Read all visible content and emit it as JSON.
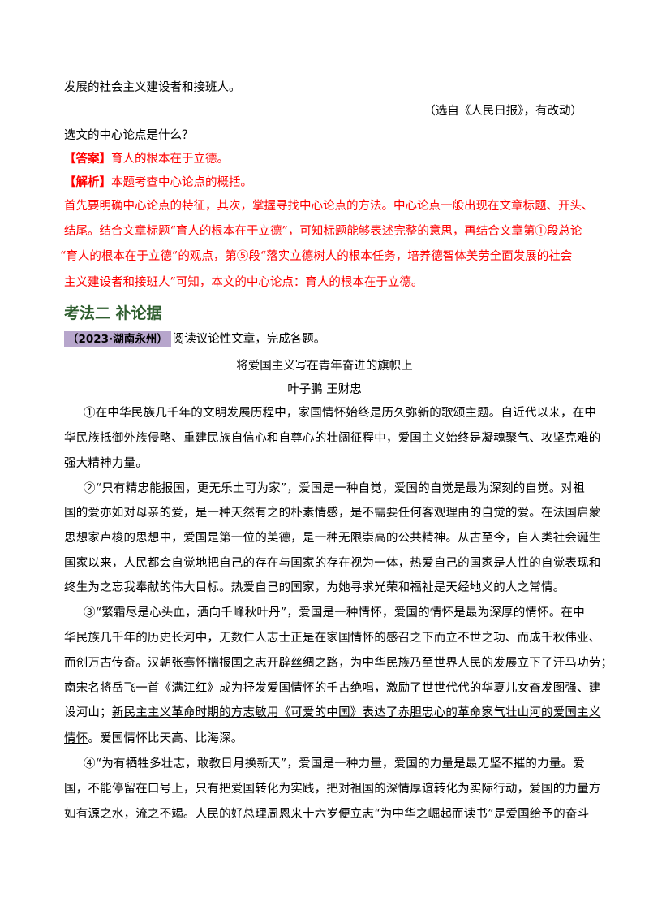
{
  "intro": {
    "line1": "发展的社会主义建设者和接班人。",
    "source": "（选自《人民日报》，有改动）"
  },
  "question": {
    "text": "选文的中心论点是什么？",
    "answer_tag": "【答案】",
    "answer_text": "育人的根本在于立德。",
    "analysis_tag": "【解析】",
    "analysis_text": "本题考查中心论点的概括。",
    "explain": [
      "首先要明确中心论点的特征，其次，掌握寻找中心论点的方法。中心论点一般出现在文章标题、开头、",
      "结尾。结合文章标题“育人的根本在于立德”，可知标题能够表述完整的意思，再结合文章第①段总论",
      "“育人的根本在于立德”的观点，第⑤段“落实立德树人的根本任务，培养德智体美劳全面发展的社会",
      "主义建设者和接班人”可知，本文的中心论点：育人的根本在于立德。"
    ]
  },
  "section": {
    "heading": "考法二  补论据",
    "tag": "（2023·湖南永州）",
    "instruction": "阅读议论性文章，完成各题。"
  },
  "article": {
    "title": "将爱国主义写在青年奋进的旗帜上",
    "authors": "叶子鹏  王财忠",
    "lines": [
      "①在中华民族几千年的文明发展历程中，家国情怀始终是历久弥新的歌颂主题。自近代以来，在中",
      "华民族抵御外族侵略、重建民族自信心和自尊心的壮阔征程中，爱国主义始终是凝魂聚气、攻坚克难的",
      "强大精神力量。",
      "②“只有精忠能报国，更无乐土可为家”，爱国是一种自觉，爱国的自觉是最为深刻的自觉。对祖",
      "国的爱亦如对母亲的爱，是一种天然有之的朴素情感，是不需要任何客观理由的自觉的爱。在法国启蒙",
      "思想家卢梭的思想中，爱国是第一位的美德，是一种无限崇高的公共精神。从古至今，自人类社会诞生",
      "国家以来，人民都会自觉地把自己的存在与国家的存在视为一体，热爱自己的国家是人性的自觉表现和",
      "终生为之忘我奉献的伟大目标。热爱自己的国家，为她寻求光荣和福祉是天经地义的人之常情。",
      "③“繁霜尽是心头血，洒向千峰秋叶丹”，爱国是一种情怀，爱国的情怀是最为深厚的情怀。在中",
      "华民族几千年的历史长河中，无数仁人志士正是在家国情怀的感召之下而立不世之功、而成千秋伟业、",
      "而创万古传奇。汉朝张骞怀揣报国之志开辟丝绸之路，为中华民族乃至世界人民的发展立下了汗马功劳；",
      "南宋名将岳飞一首《满江红》成为抒发爱国情怀的千古绝唱，激励了世世代代的华夏儿女奋发图强、建",
      "设河山；",
      "新民主主义革命时期的方志敏用《可爱的中国》表达了赤胆忠心的革命家气壮山河的爱国主义",
      "情怀",
      "。爱国情怀比天高、比海深。",
      "④“为有牺牲多壮志，敢教日月换新天”，爱国是一种力量，爱国的力量是最无坚不摧的力量。爱",
      "国，不能停留在口号上，只有把爱国转化为实践，把对祖国的深情厚谊转化为实际行动，爱国的力量方",
      "如有源之水，流之不竭。人民的好总理周恩来十六岁便立志“为中华之崛起而读书”是爱国给予的奋斗"
    ]
  }
}
